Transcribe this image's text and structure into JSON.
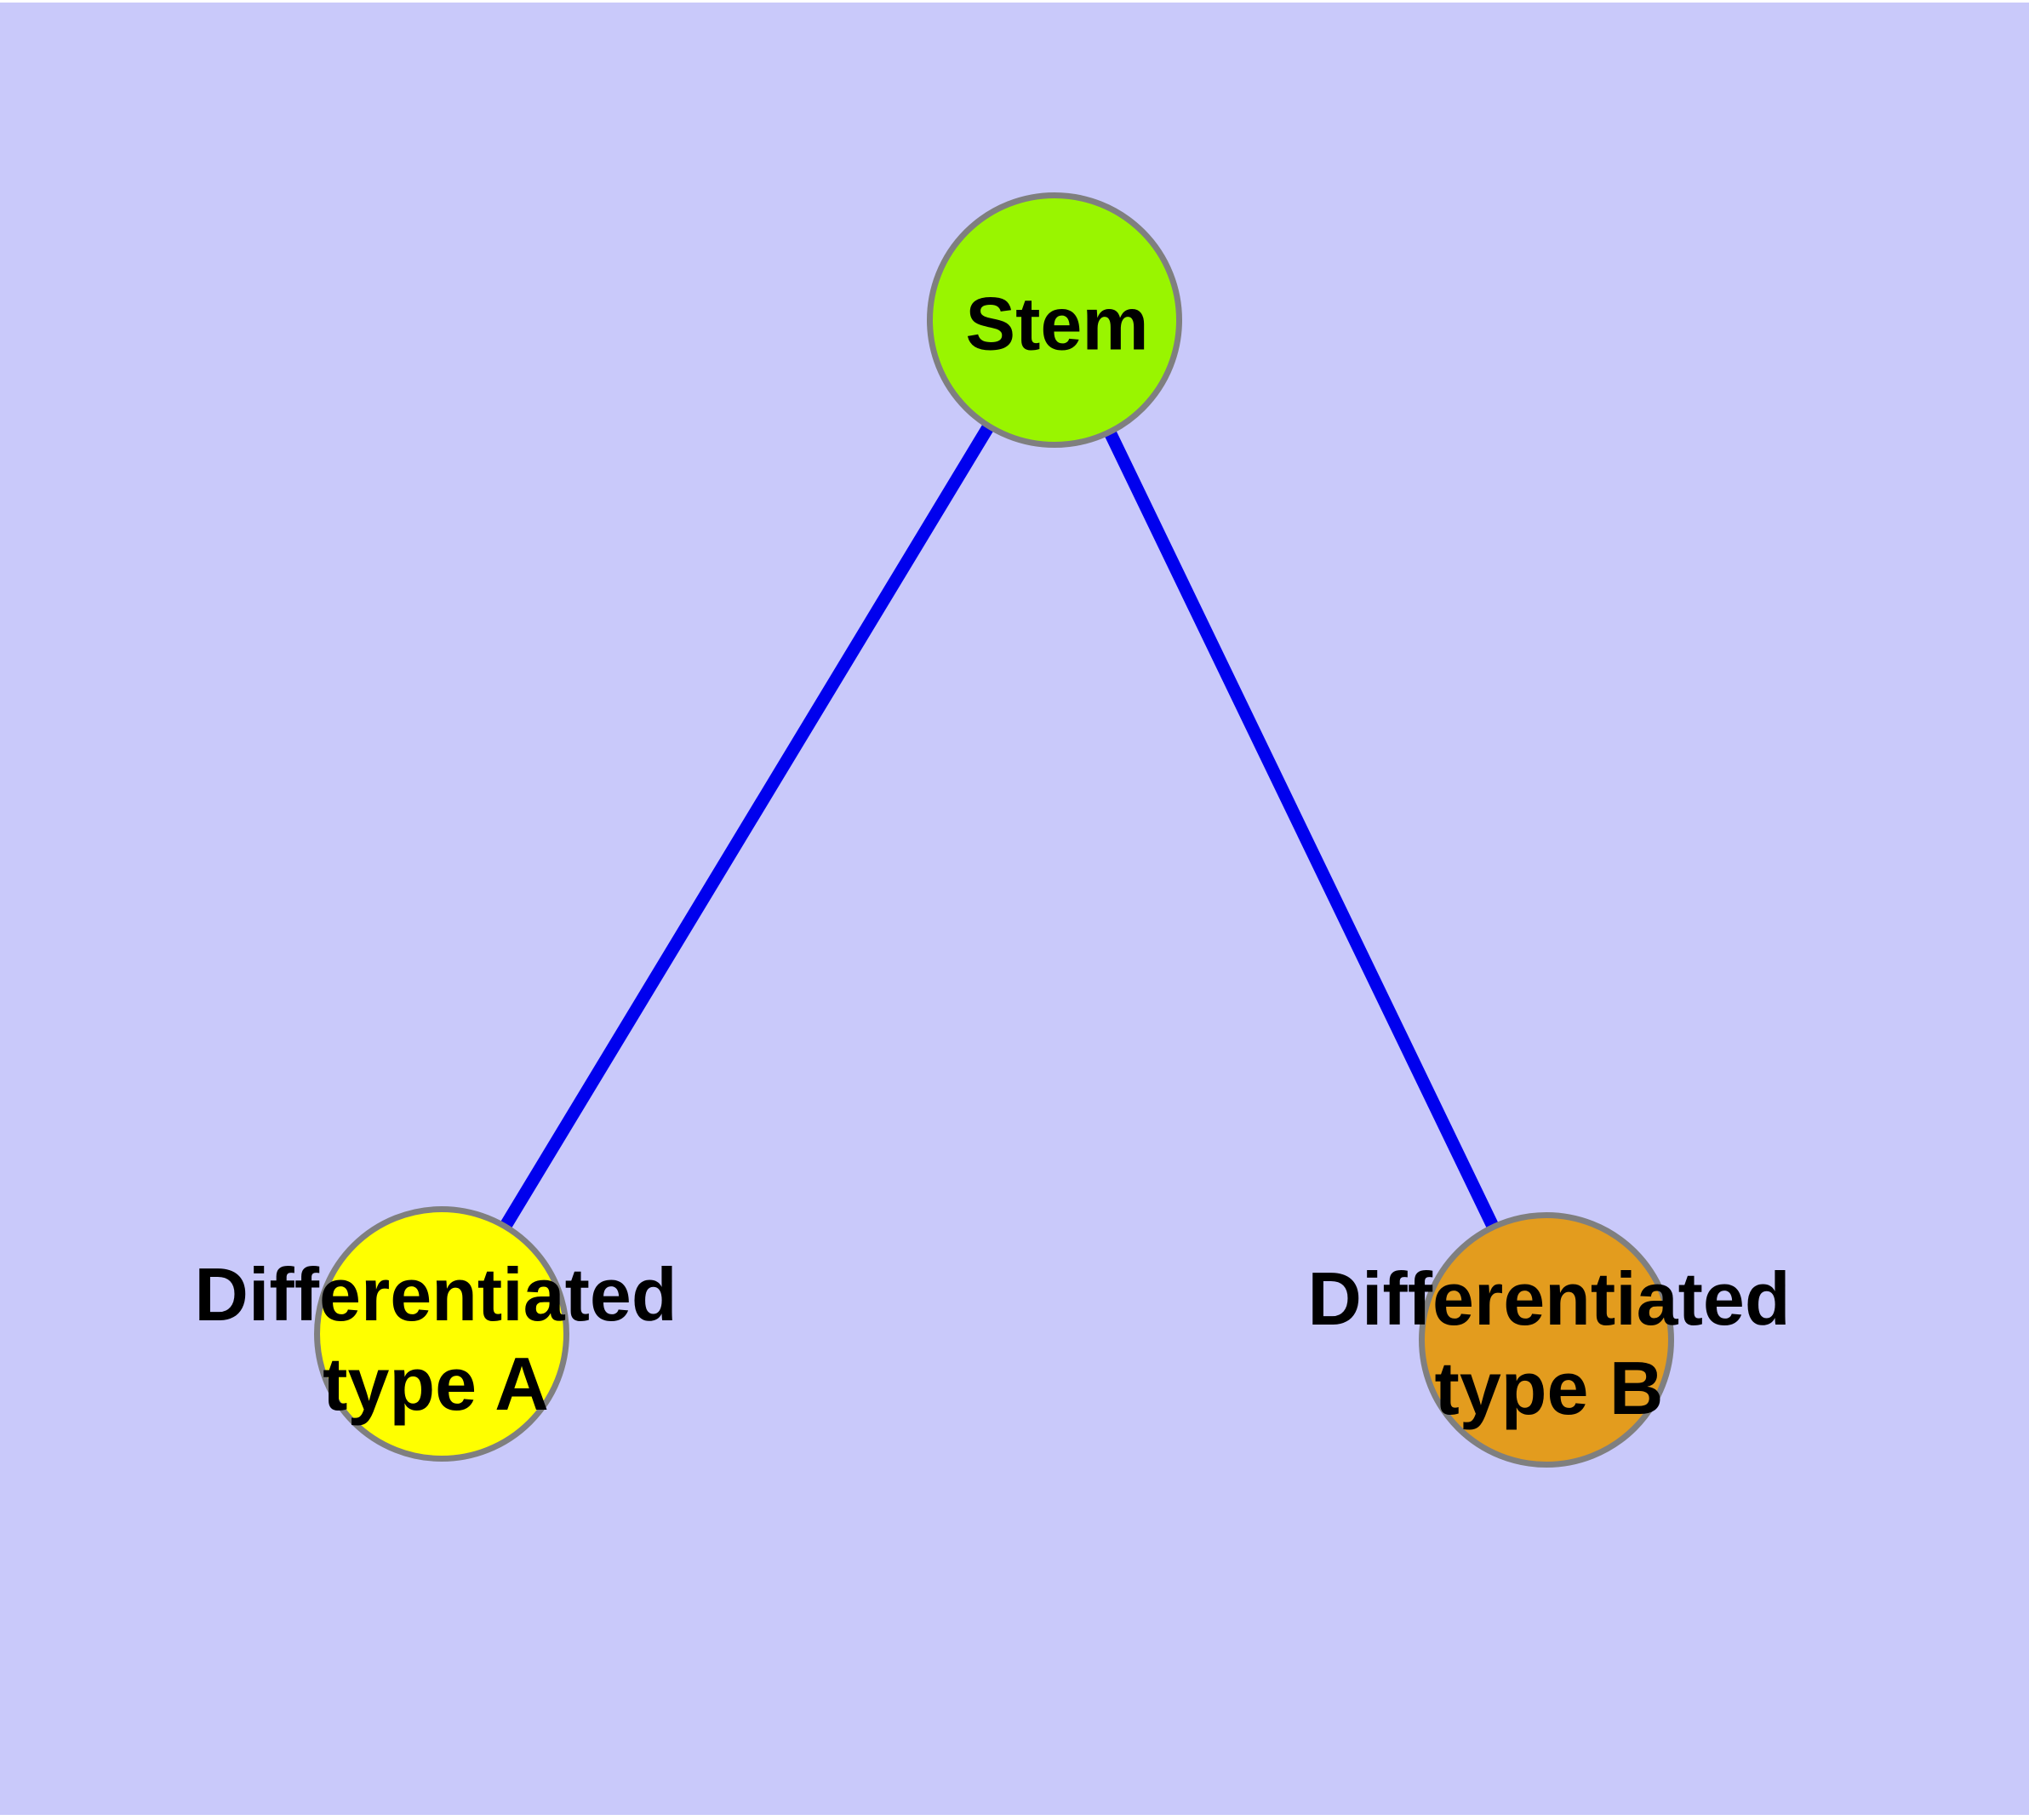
{
  "colors": {
    "page_margin": "#ffffff",
    "canvas_background": "#c9c9fa",
    "edge": "#0000ee",
    "node_border": "#7f7f7f",
    "label_text": "#000000",
    "node_stem_fill": "#99f500",
    "node_type_a_fill": "#ffff00",
    "node_type_b_fill": "#e39c1e"
  },
  "graph": {
    "nodes": [
      {
        "id": "stem",
        "label": "Stem",
        "lines": [
          "Stem"
        ],
        "color": "#99f500"
      },
      {
        "id": "differentiated-type-a",
        "label": "Differentiated type A",
        "lines": [
          "Differentiated",
          "type A"
        ],
        "color": "#ffff00"
      },
      {
        "id": "differentiated-type-b",
        "label": "Differentiated type B",
        "lines": [
          "Differentiated",
          "type B"
        ],
        "color": "#e39c1e"
      }
    ],
    "edges": [
      {
        "from": "Stem",
        "to": "Differentiated type A"
      },
      {
        "from": "Stem",
        "to": "Differentiated type B"
      }
    ]
  }
}
